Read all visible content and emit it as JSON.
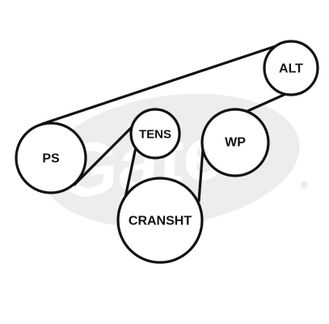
{
  "diagram": {
    "watermark": {
      "logo_text": "Gates",
      "registered_mark": "®",
      "color": "#ededed"
    },
    "line_color": "#111111",
    "pulleys": [
      {
        "id": "alt",
        "label": "ALT"
      },
      {
        "id": "ps",
        "label": "PS"
      },
      {
        "id": "tens",
        "label": "TENS"
      },
      {
        "id": "wp",
        "label": "WP"
      },
      {
        "id": "cranksht",
        "label": "CRANSHT"
      }
    ]
  }
}
